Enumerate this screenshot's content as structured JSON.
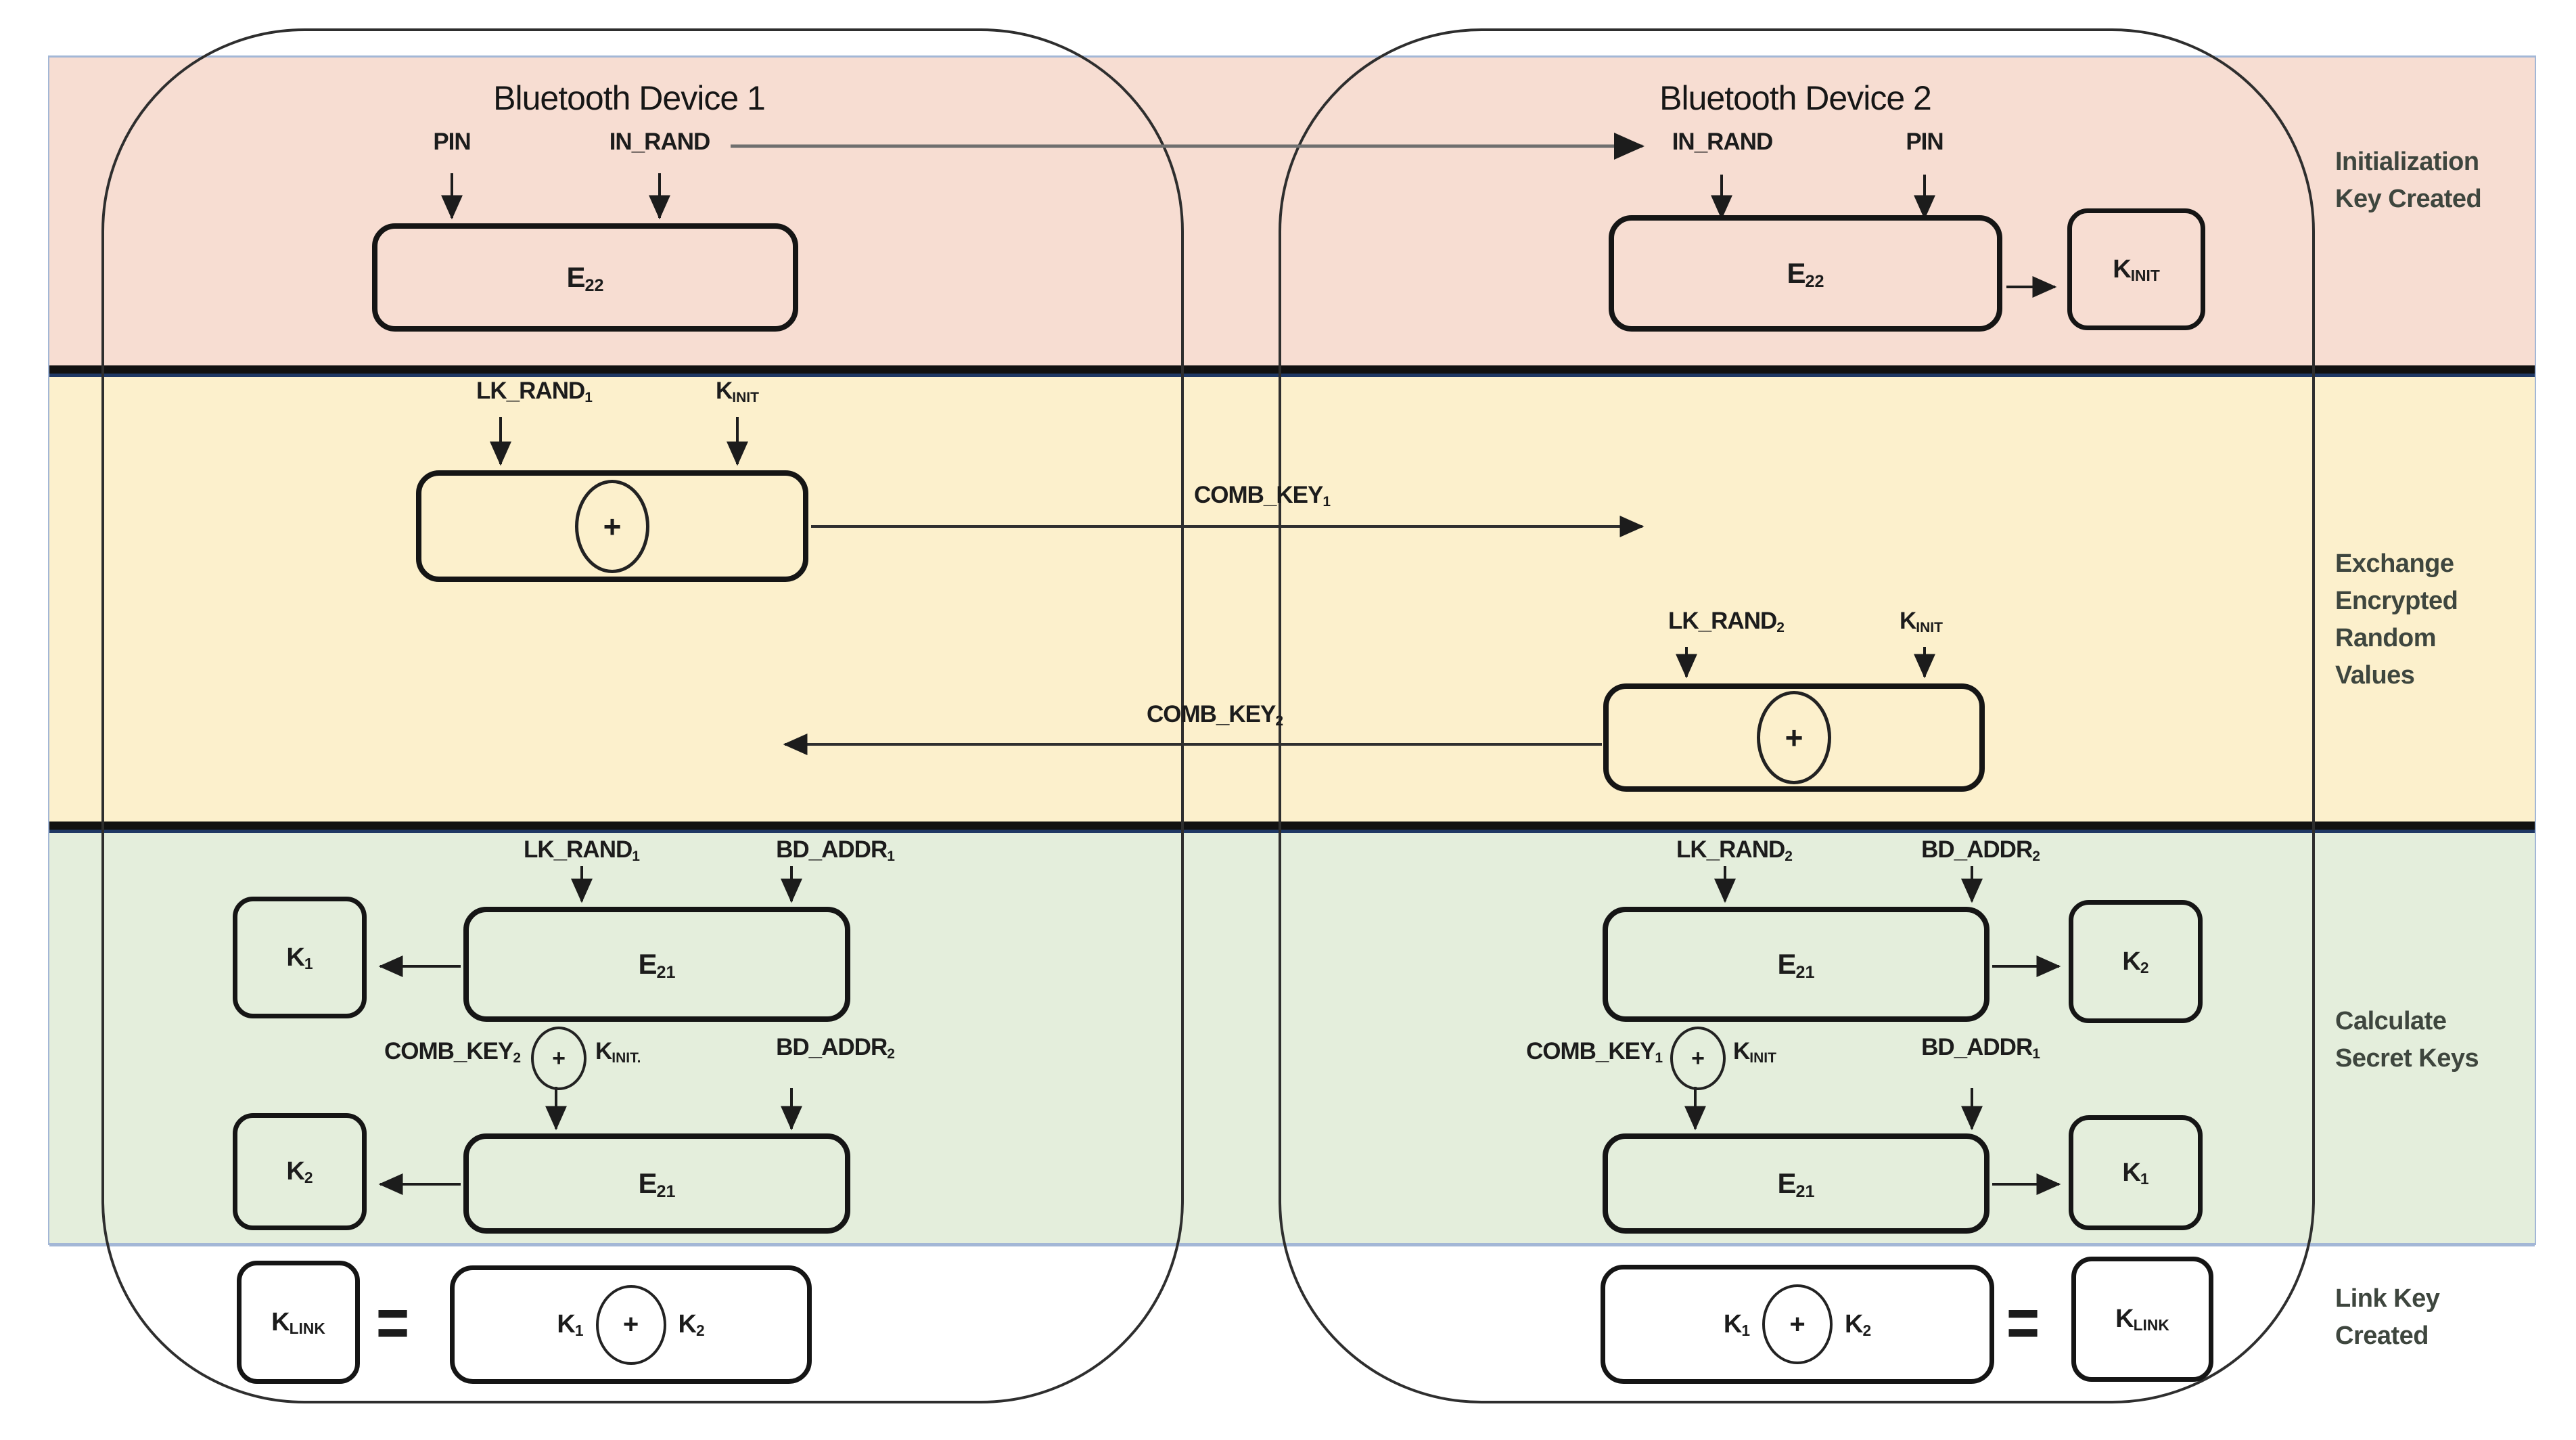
{
  "colors": {
    "band_init": "#f7ddd2",
    "band_exchange": "#fcf0cc",
    "band_calc": "#e4eedc",
    "separator": "#111111",
    "separator_accent": "#1f3864",
    "frame": "#a3b7d6",
    "box_border": "#151515",
    "text": "#1c1c1c",
    "section_text": "#3e463e"
  },
  "sections": {
    "init": "Initialization\nKey Created",
    "exchange": "Exchange\nEncrypted\nRandom\nValues",
    "calc": "Calculate\nSecret Keys",
    "link": "Link Key\nCreated"
  },
  "glyphs": {
    "plus": "+",
    "equals": "="
  },
  "flows": {
    "comb_key1": "COMB_KEY_{1}",
    "comb_key2": "COMB_KEY_{2}"
  },
  "d1": {
    "title": "Bluetooth Device 1",
    "pin": "PIN",
    "in_rand": "IN_RAND",
    "e22": "E_{22}",
    "y_lk_rand": "LK_RAND_{1}",
    "y_kinit": "K_{INIT}",
    "g1_lk_rand": "LK_RAND_{1}",
    "g1_bd_addr": "BD_ADDR_{1}",
    "g1_k": "K_{1}",
    "g1_e21": "E_{21}",
    "g2_comb_key": "COMB_KEY_{2}",
    "g2_kinit": "K_{INIT.}",
    "g2_bd_addr": "BD_ADDR_{2}",
    "g2_k": "K_{2}",
    "g2_e21": "E_{21}",
    "link_k": "K_{LINK}",
    "sum_k1": "K_{1}",
    "sum_k2": "K_{2}"
  },
  "d2": {
    "title": "Bluetooth Device 2",
    "pin": "PIN",
    "in_rand": "IN_RAND",
    "e22": "E_{22}",
    "kinit_box": "K_{INIT}",
    "y_lk_rand": "LK_RAND_{2}",
    "y_kinit": "K_{INIT}",
    "g1_lk_rand": "LK_RAND_{2}",
    "g1_bd_addr": "BD_ADDR_{2}",
    "g1_k": "K_{2}",
    "g1_e21": "E_{21}",
    "g2_comb_key": "COMB_KEY_{1}",
    "g2_kinit": "K_{INIT}",
    "g2_bd_addr": "BD_ADDR_{1}",
    "g2_k": "K_{1}",
    "g2_e21": "E_{21}",
    "link_k": "K_{LINK}",
    "sum_k1": "K_{1}",
    "sum_k2": "K_{2}"
  }
}
